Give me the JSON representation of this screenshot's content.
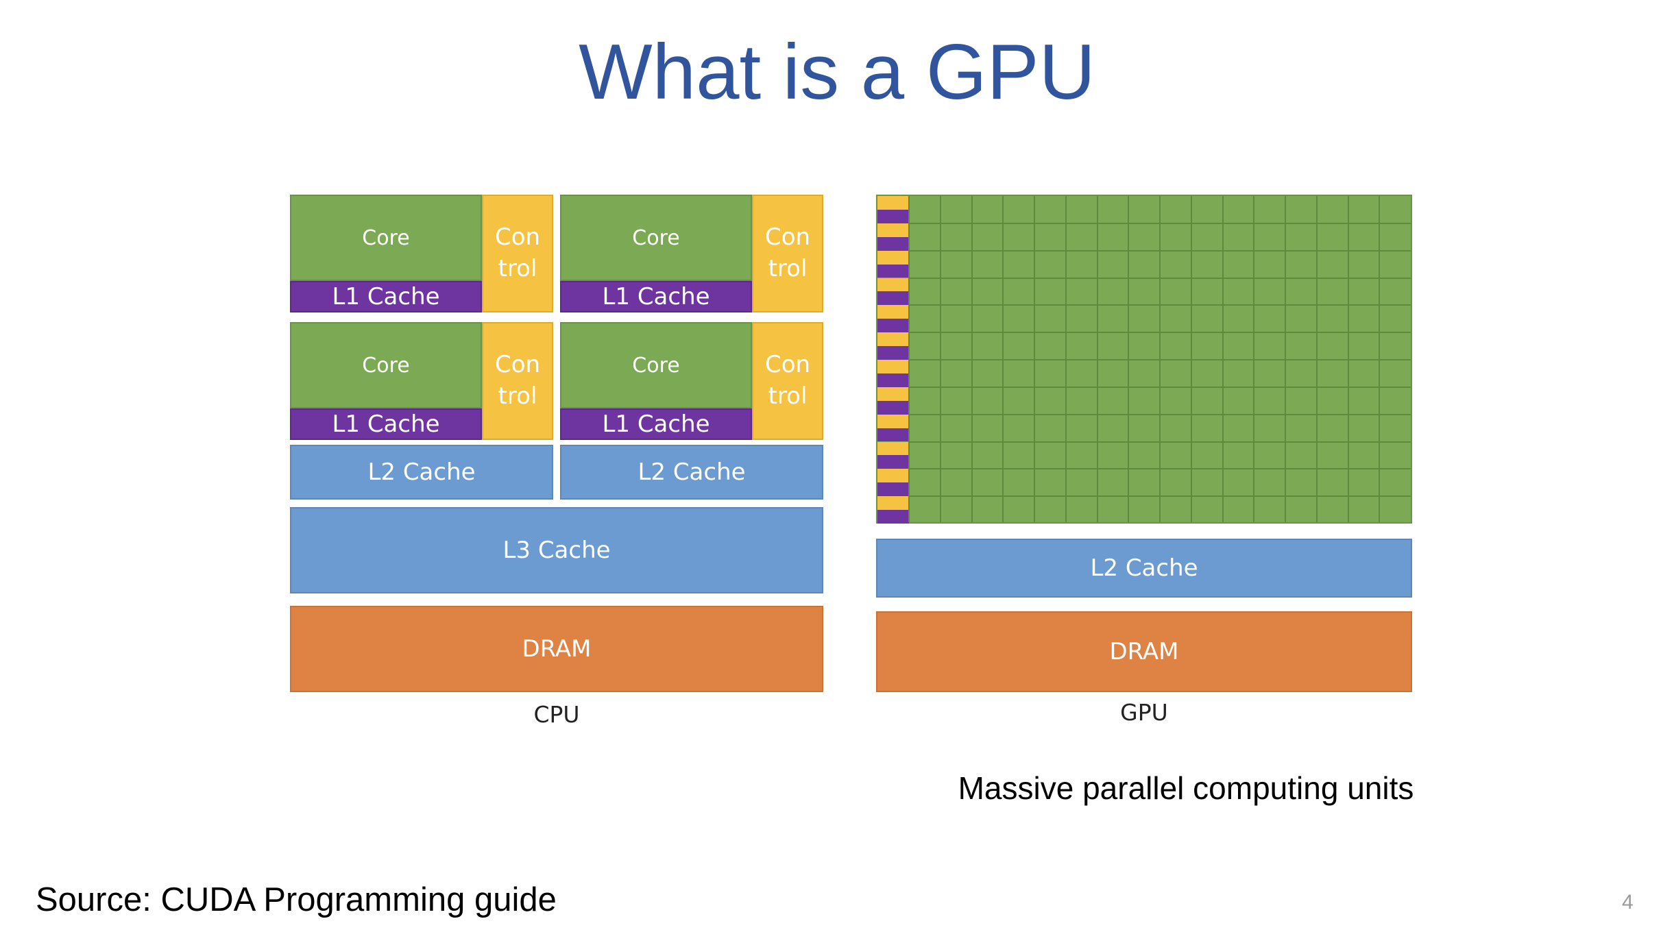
{
  "slide": {
    "title": "What is a GPU",
    "source": "Source: CUDA Programming guide",
    "page_number": "4"
  },
  "cpu": {
    "caption": "CPU",
    "core_label": "Core",
    "control_label": "Con\ntrol",
    "l1_label": "L1 Cache",
    "l2_label": "L2 Cache",
    "l3_label": "L3 Cache",
    "dram_label": "DRAM"
  },
  "gpu": {
    "caption": "GPU",
    "l2_label": "L2 Cache",
    "dram_label": "DRAM",
    "description": "Massive parallel computing units",
    "grid": {
      "rows": 12,
      "cols": 16
    }
  },
  "colors": {
    "title": "#30559c",
    "core": "#7ca953",
    "control": "#f5c242",
    "l1_cache": "#6e34a0",
    "cache": "#6b9bd0",
    "dram": "#df8345"
  }
}
